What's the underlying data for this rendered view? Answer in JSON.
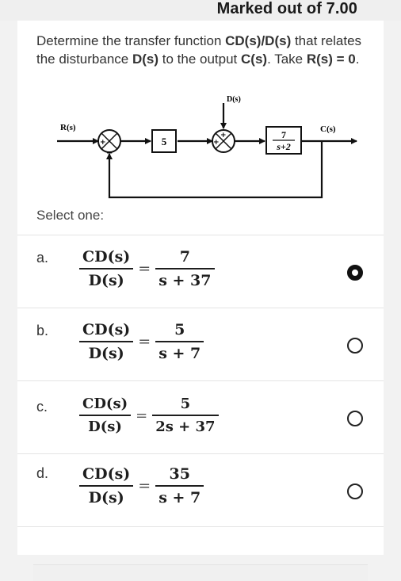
{
  "header": {
    "marked_out_of": "Marked out of 7.00"
  },
  "question": {
    "text_1": "Determine the transfer function ",
    "tf": "CD(s)/D(s)",
    "text_2": " that relates the disturbance ",
    "dist": "D(s)",
    "text_3": " to the output ",
    "out": "C(s)",
    "text_4": ". Take ",
    "take": "R(s) = 0",
    "text_5": "."
  },
  "diagram": {
    "input_label": "R(s)",
    "disturbance_label": "D(s)",
    "output_label": "C(s)",
    "gain1": "5",
    "gain2_num": "7",
    "gain2_den": "s+2",
    "sum1_top_sign": "+",
    "sum1_bottom_sign": "−",
    "sum2_left_sign": "+",
    "sum2_top_sign": "+"
  },
  "select_label": "Select one:",
  "options": [
    {
      "letter": "a.",
      "lhs_num": "CD(s)",
      "lhs_den": "D(s)",
      "rhs_num": "7",
      "rhs_den": "s + 37",
      "selected": true
    },
    {
      "letter": "b.",
      "lhs_num": "CD(s)",
      "lhs_den": "D(s)",
      "rhs_num": "5",
      "rhs_den": "s + 7",
      "selected": false
    },
    {
      "letter": "c.",
      "lhs_num": "CD(s)",
      "lhs_den": "D(s)",
      "rhs_num": "5",
      "rhs_den": "2s + 37",
      "selected": false
    },
    {
      "letter": "d.",
      "lhs_num": "CD(s)",
      "lhs_den": "D(s)",
      "rhs_num": "35",
      "rhs_den": "s + 7",
      "selected": false
    }
  ]
}
